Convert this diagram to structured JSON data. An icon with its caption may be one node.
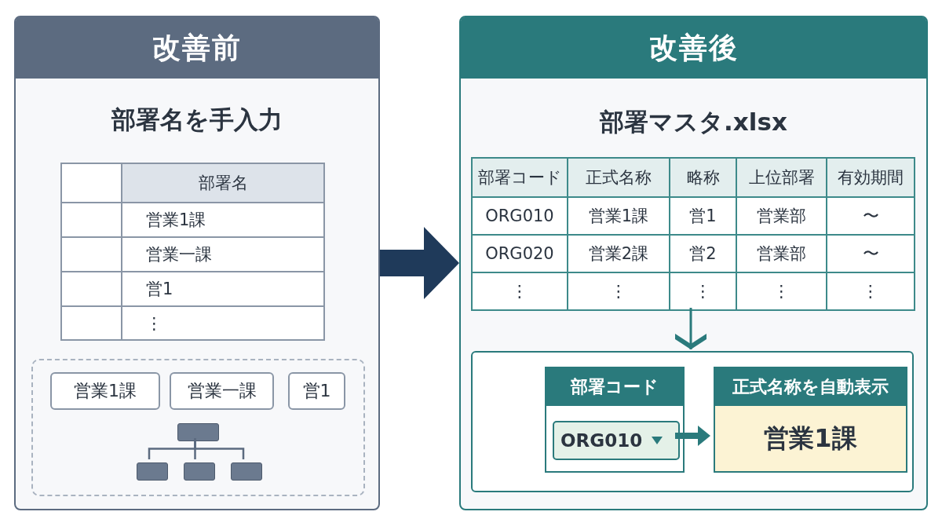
{
  "diagram": {
    "nodes": [
      {
        "text": [
          "改善前",
          "部署名を手入力"
        ]
      },
      {
        "text": [],
        "shape": "box",
        "in": 0
      },
      {
        "text": [
          "営業1課"
        ],
        "in": 1
      },
      {
        "text": [
          "営業一課"
        ],
        "in": 1
      },
      {
        "text": [
          "営1"
        ],
        "in": 1
      },
      {
        "text": [],
        "shape": "box",
        "in": 1
      },
      {
        "text": [],
        "shape": "box",
        "in": 1
      },
      {
        "text": [],
        "shape": "box",
        "in": 1
      },
      {
        "text": [],
        "shape": "box",
        "in": 1
      },
      {
        "text": [
          "改善後",
          "部署マスタ.xlsx"
        ]
      },
      {
        "text": [],
        "shape": "box",
        "in": 9
      },
      {
        "text": [],
        "shape": "box",
        "in": 9
      },
      {
        "text": [
          "部署コード"
        ],
        "in": 11
      },
      {
        "text": [
          "ORG010"
        ],
        "in": 12
      },
      {
        "text": [
          "正式名称を自動表示",
          "営業1課"
        ],
        "in": 11
      }
    ],
    "edges": [
      {
        "from": 0,
        "to": 9,
        "arrow": "to",
        "style": "thick",
        "color": "#1f3a5a"
      },
      {
        "from": 5,
        "to": 6,
        "arrow": "none"
      },
      {
        "from": 5,
        "to": 7,
        "arrow": "none"
      },
      {
        "from": 5,
        "to": 8,
        "arrow": "none"
      },
      {
        "from": 10,
        "to": 11,
        "arrow": "to",
        "color": "#2a7a7c"
      },
      {
        "from": 13,
        "to": 14,
        "arrow": "to",
        "style": "thick",
        "color": "#2a7a7c"
      }
    ],
    "labels": [
      "部署名",
      "営業1課",
      "営業一課",
      "営1",
      "⋮",
      "部署コード",
      "正式名称",
      "略称",
      "上位部署",
      "有効期間",
      "ORG010",
      "営業1課",
      "営1",
      "営業部",
      "〜",
      "ORG020",
      "営業2課",
      "営2",
      "営業部",
      "〜",
      "⋮",
      "⋮",
      "⋮",
      "⋮",
      "⋮"
    ]
  }
}
